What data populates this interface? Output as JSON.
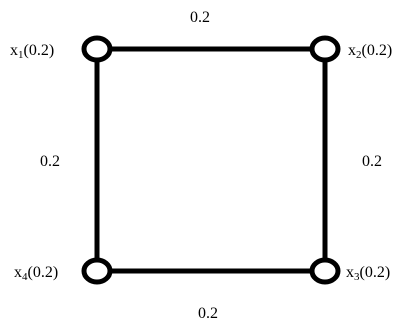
{
  "diagram": {
    "nodes": [
      {
        "id": "x1",
        "name": "x",
        "subscript": "1",
        "weight": "(0.2)"
      },
      {
        "id": "x2",
        "name": "x",
        "subscript": "2",
        "weight": "(0.2)"
      },
      {
        "id": "x3",
        "name": "x",
        "subscript": "3",
        "weight": "(0.2)"
      },
      {
        "id": "x4",
        "name": "x",
        "subscript": "4",
        "weight": "(0.2)"
      }
    ],
    "edges": [
      {
        "from": "x1",
        "to": "x2",
        "weight": "0.2"
      },
      {
        "from": "x2",
        "to": "x3",
        "weight": "0.2"
      },
      {
        "from": "x3",
        "to": "x4",
        "weight": "0.2"
      },
      {
        "from": "x4",
        "to": "x1",
        "weight": "0.2"
      }
    ]
  },
  "colors": {
    "line": "#000000",
    "node_fill": "#ffffff",
    "background": "#ffffff"
  }
}
